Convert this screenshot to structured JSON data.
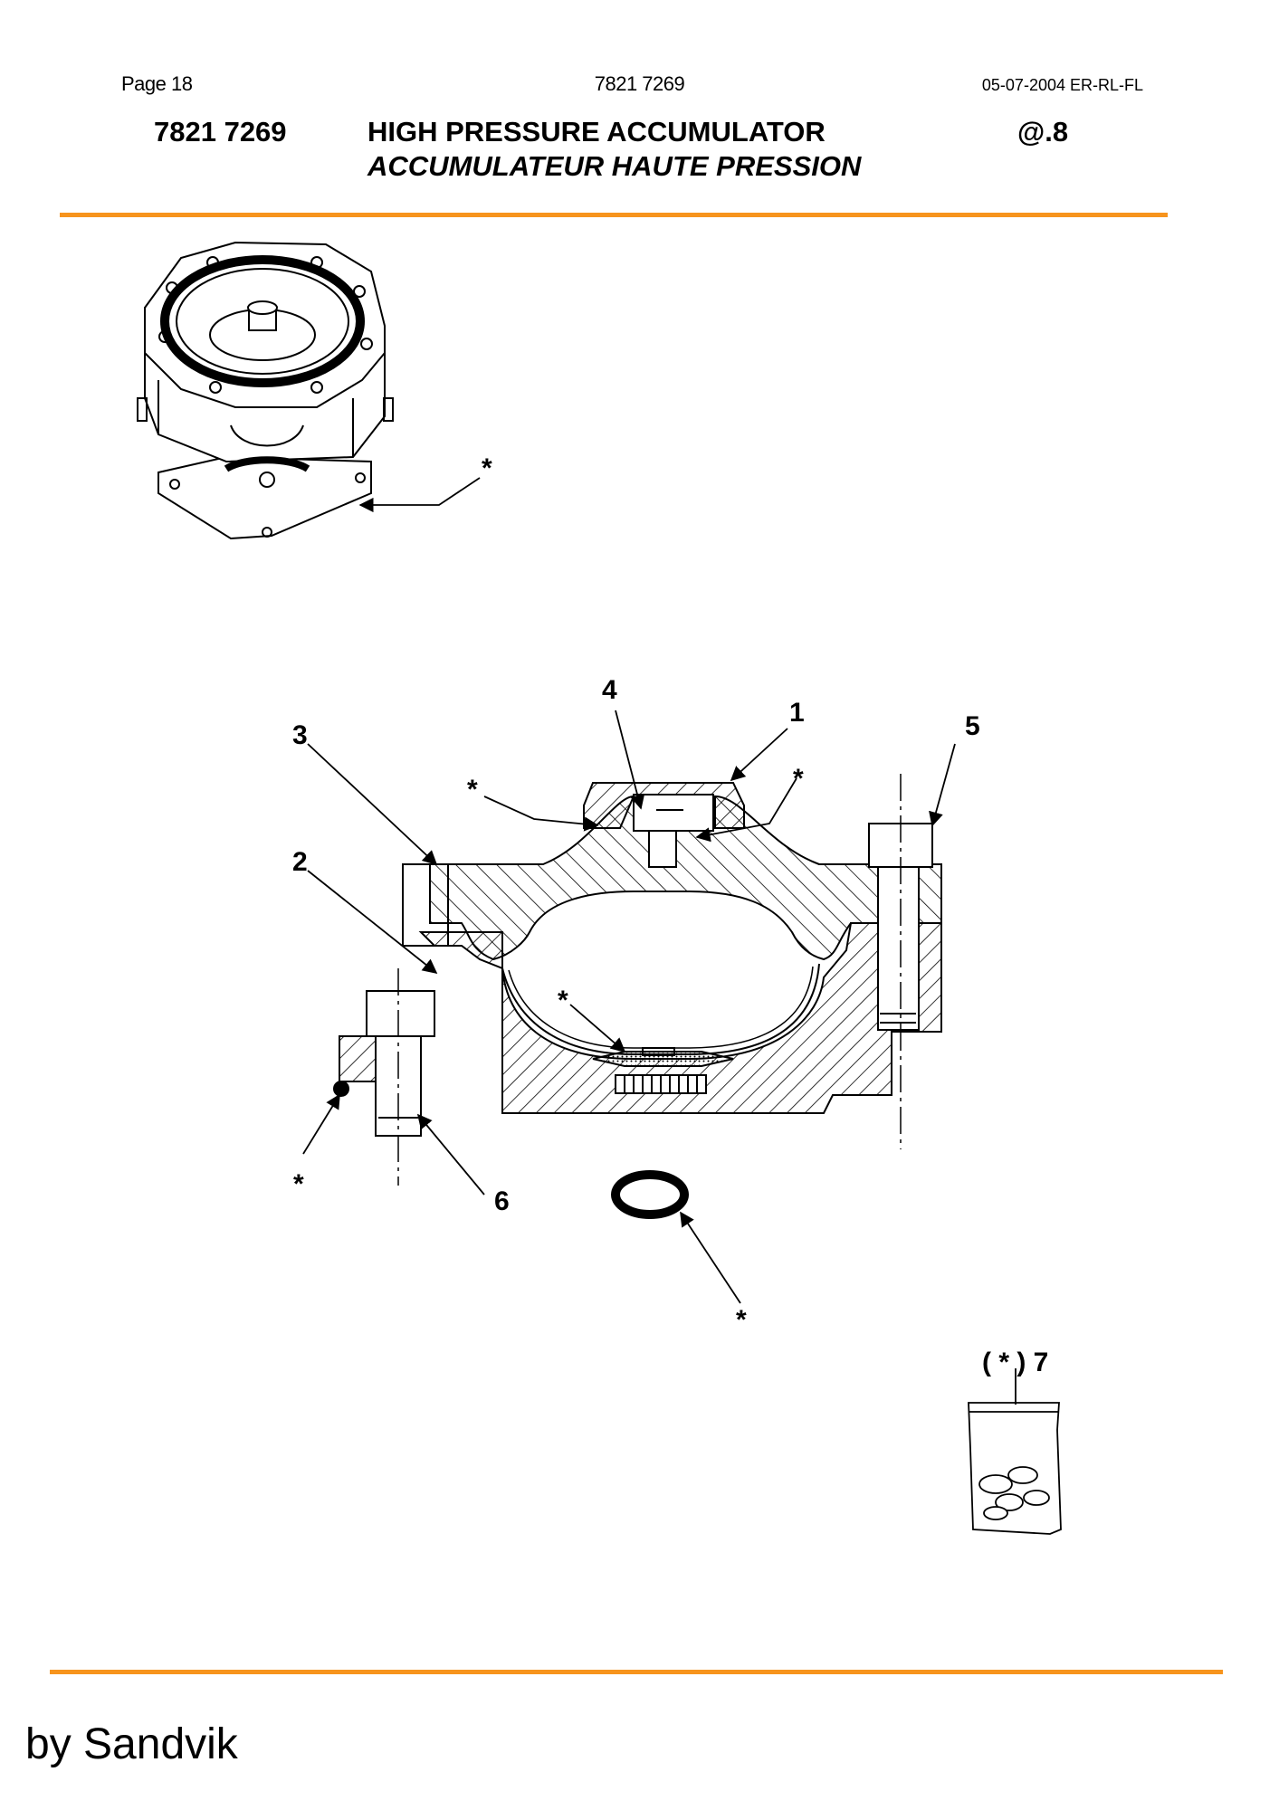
{
  "header": {
    "page_label": "Page 18",
    "center_code": "7821 7269",
    "date_code": "05-07-2004 ER-RL-FL",
    "part_number": "7821 7269",
    "title_en": "HIGH PRESSURE ACCUMULATOR",
    "title_fr": "ACCUMULATEUR HAUTE PRESSION",
    "version": "@.8"
  },
  "callouts": {
    "item1": "1",
    "item2": "2",
    "item3": "3",
    "item4": "4",
    "item5": "5",
    "item6": "6",
    "item7": "( * ) 7",
    "asterisk": "*"
  },
  "colors": {
    "rule": "#f7941d"
  },
  "footer": {
    "text": "by Sandvik"
  }
}
